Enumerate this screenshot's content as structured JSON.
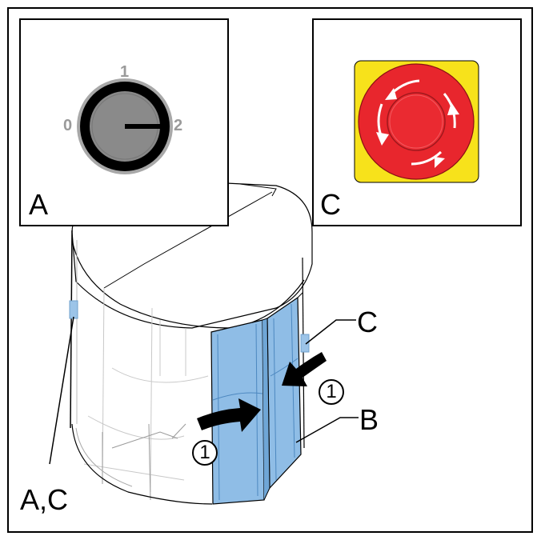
{
  "panels": {
    "a": {
      "label": "A",
      "switch": {
        "pos0": "0",
        "pos1": "1",
        "pos2": "2"
      }
    },
    "c": {
      "label": "C"
    }
  },
  "callouts": {
    "c_label": "C",
    "b_label": "B",
    "ac_label": "A,C",
    "step_right": "1",
    "step_left": "1"
  },
  "colors": {
    "door_glass": "#8fbde6",
    "estop_red": "#e8262d",
    "estop_yellow": "#f7e21b",
    "dial_ring": "#9a9a9a",
    "marker_blue": "#9cc4e8"
  }
}
